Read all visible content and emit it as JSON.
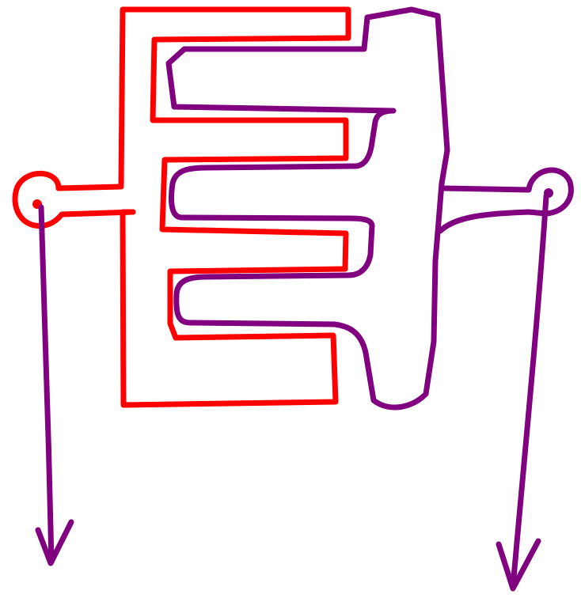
{
  "diagram": {
    "type": "hand-drawn interdigitated electrode sketch",
    "colors": {
      "electrode_a": "#ff0000",
      "electrode_b": "#800080",
      "background": "#ffffff"
    },
    "parts": [
      "left-comb-electrode",
      "right-comb-electrode",
      "left-contact-pad",
      "right-contact-pad",
      "left-lead-arrow",
      "right-lead-arrow"
    ]
  }
}
